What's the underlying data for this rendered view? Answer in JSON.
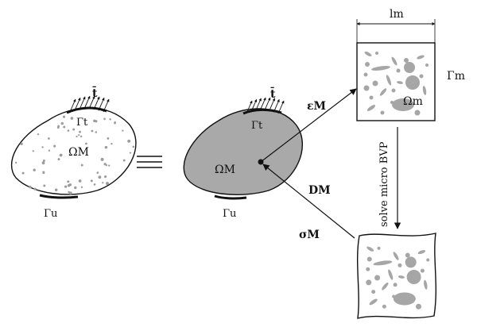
{
  "labels": {
    "left_traction": "t̄",
    "left_gamma_t": "Γt",
    "left_omega": "ΩM",
    "left_gamma_u": "Γu",
    "equivalence": "≡",
    "mid_traction": "t̄",
    "mid_gamma_t": "Γt",
    "mid_omega": "ΩM",
    "mid_gamma_u": "Γu",
    "strain": "εM",
    "tangent": "DM",
    "stress": "σM",
    "rve_length": "lm",
    "rve_omega": "Ωm",
    "rve_boundary": "Γm",
    "solve_step": "solve micro BVP"
  },
  "colors": {
    "body_fill_left": "#ffffff",
    "body_fill_mid": "#a9a9a9",
    "inclusion": "#a6a6a6",
    "dots": "#9c9c9c",
    "stroke": "#111111"
  }
}
